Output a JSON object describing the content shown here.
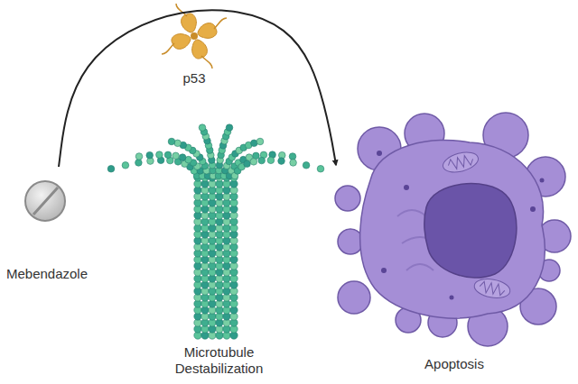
{
  "diagram": {
    "nodes": [
      {
        "text": [
          "Mebendazole"
        ]
      },
      {
        "text": [
          "p53"
        ]
      },
      {
        "text": [
          "Microtubule Destabilization"
        ]
      },
      {
        "text": [
          "Apoptosis"
        ]
      }
    ],
    "edges": [
      {
        "from": 0,
        "to": 3,
        "arrow": "to"
      }
    ]
  }
}
